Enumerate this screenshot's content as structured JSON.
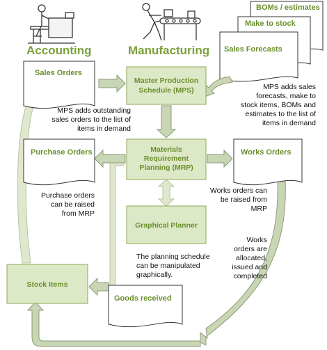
{
  "headings": {
    "accounting": "Accounting",
    "manufacturing": "Manufacturing"
  },
  "processes": {
    "mps": [
      "Master Production",
      "Schedule (MPS)"
    ],
    "mrp": [
      "Materials",
      "Requirement",
      "Planning (MRP)"
    ],
    "planner": "Graphical Planner",
    "stock": "Stock Items"
  },
  "documents": {
    "boms": "BOMs / estimates",
    "make_to_stock": "Make to stock",
    "sales_forecasts": "Sales Forecasts",
    "sales_orders": "Sales Orders",
    "purchase_orders": "Purchase Orders",
    "works_orders": "Works Orders",
    "goods_received": "Goods received"
  },
  "notes": {
    "mps_forecasts": [
      "MPS adds sales",
      "forecasts, make to",
      "stock items, BOMs and",
      "estimates to the list of",
      "items in demand"
    ],
    "mps_sales": [
      "MPS adds outstanding",
      "sales orders to the list of",
      "items in demand"
    ],
    "purchase": [
      "Purchase orders",
      "can be raised",
      "from MRP"
    ],
    "works_raised": [
      "Works orders can",
      "be raised from",
      "MRP"
    ],
    "works_alloc": [
      "Works",
      "orders are",
      "allocated,",
      "issued and",
      "completed"
    ],
    "planning": [
      "The planning schedule",
      "can be manipulated",
      "graphically."
    ]
  },
  "colors": {
    "heading": "#7aa03a",
    "label": "#6a8f2c",
    "process_fill": "#dde8c6",
    "process_border": "#8aa858",
    "arrow_fill": "#c9d6b3",
    "arrow_stroke": "#8c9a7a"
  },
  "icons": [
    "accountant-at-desk-icon",
    "worker-at-conveyor-icon"
  ]
}
